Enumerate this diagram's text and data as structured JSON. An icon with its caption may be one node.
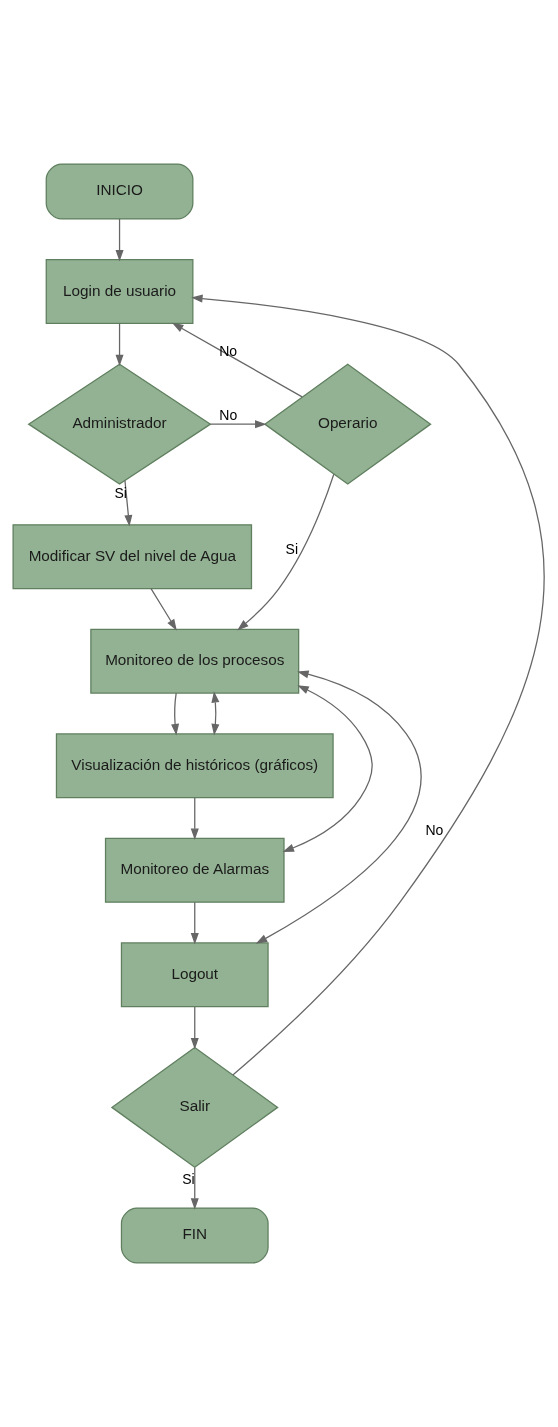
{
  "diagram": {
    "nodes": [
      {
        "text": [
          "INICIO"
        ]
      },
      {
        "text": [
          "Login de usuario"
        ]
      },
      {
        "text": [
          "Administrador"
        ]
      },
      {
        "text": [
          "Operario"
        ]
      },
      {
        "text": [
          "Modificar SV del nivel de Agua"
        ]
      },
      {
        "text": [
          "Monitoreo de los procesos"
        ]
      },
      {
        "text": [
          "Visualización de históricos (gráficos)"
        ]
      },
      {
        "text": [
          "Monitoreo de Alarmas"
        ]
      },
      {
        "text": [
          "Logout"
        ]
      },
      {
        "text": [
          "Salir"
        ]
      },
      {
        "text": [
          "FIN"
        ]
      }
    ],
    "edges": [
      {
        "from": 0,
        "to": 1,
        "arrow": "to"
      },
      {
        "from": 1,
        "to": 2,
        "arrow": "to"
      },
      {
        "from": 2,
        "to": 3,
        "arrow": "to",
        "label": "No"
      },
      {
        "from": 3,
        "to": 1,
        "arrow": "to",
        "label": "No"
      },
      {
        "from": 2,
        "to": 4,
        "arrow": "to",
        "label": "Si"
      },
      {
        "from": 4,
        "to": 5,
        "arrow": "to"
      },
      {
        "from": 3,
        "to": 5,
        "arrow": "to",
        "label": "Si"
      },
      {
        "from": 5,
        "to": 6,
        "arrow": "to"
      },
      {
        "from": 6,
        "to": 7,
        "arrow": "to"
      },
      {
        "from": 7,
        "to": 8,
        "arrow": "to"
      },
      {
        "from": 8,
        "to": 9,
        "arrow": "to"
      },
      {
        "from": 9,
        "to": 10,
        "arrow": "to",
        "label": "Si"
      },
      {
        "from": 9,
        "to": 1,
        "arrow": "to",
        "label": "No"
      },
      {
        "from": 6,
        "to": 5,
        "arrow": "both"
      },
      {
        "from": 7,
        "to": 5,
        "arrow": "both"
      },
      {
        "from": 8,
        "to": 5,
        "arrow": "both"
      }
    ]
  }
}
